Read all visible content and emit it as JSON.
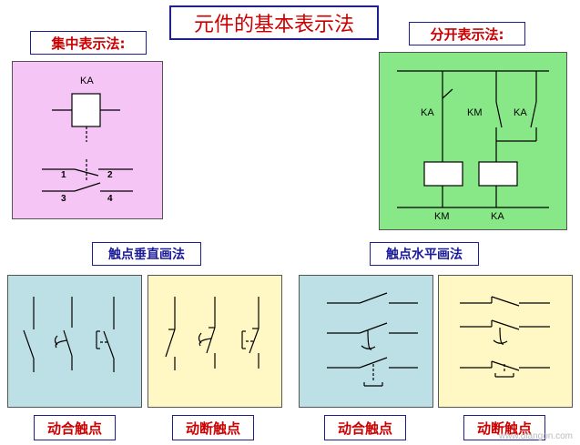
{
  "title": "元件的基本表示法",
  "sections": {
    "concentrated": "集中表示法:",
    "separated": "分开表示法:",
    "vertical": "触点垂直画法",
    "horizontal": "触点水平画法"
  },
  "concentrated_diagram": {
    "coil_label": "KA",
    "contact_numbers": [
      "1",
      "2",
      "3",
      "4"
    ]
  },
  "separated_diagram": {
    "contact_labels": [
      "KA",
      "KM",
      "KA"
    ],
    "coil_labels": [
      "KM",
      "KA"
    ]
  },
  "bottom_labels": [
    "动合触点",
    "动断触点",
    "动合触点",
    "动断触点"
  ],
  "watermark": "www.diangon.com",
  "colors": {
    "pink_panel": "#f5c6f5",
    "green_panel": "#88e888",
    "teal_panel": "#bde0e6",
    "yellow_panel": "#fff8c4",
    "label_red": "#cc0000",
    "label_blue": "#1a1a99"
  }
}
